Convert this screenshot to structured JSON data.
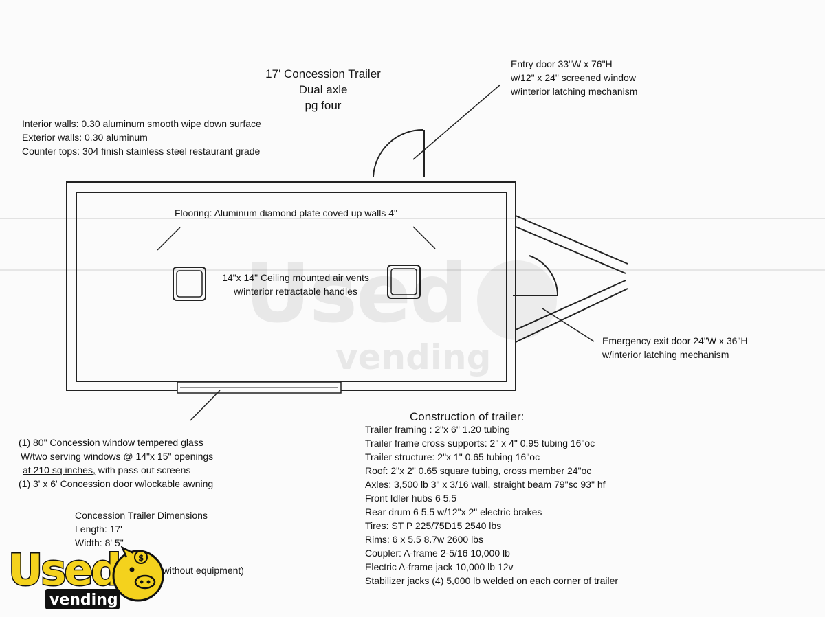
{
  "title_block": {
    "line1": "17' Concession Trailer",
    "line2": "Dual axle",
    "line3": "pg four"
  },
  "materials": [
    "Interior walls: 0.30 aluminum smooth wipe down surface",
    "Exterior walls: 0.30 aluminum",
    "Counter tops: 304 finish stainless steel restaurant grade"
  ],
  "entry_door": [
    "Entry door 33\"W x 76\"H",
    "w/12\" x 24\" screened window",
    "w/interior latching mechanism"
  ],
  "flooring": "Flooring: Aluminum diamond plate coved up walls 4\"",
  "vents": [
    "14\"x 14\" Ceiling mounted air vents",
    "w/interior retractable handles"
  ],
  "emergency_door": [
    "Emergency exit door  24\"W x 36\"H",
    "w/interior latching mechanism"
  ],
  "concession_window": {
    "line1": "(1) 80\" Concession window tempered glass",
    "line2": "W/two serving windows @ 14\"x 15\" openings",
    "line3_underlined": "at 210 sq inches,",
    "line3_rest": " with  pass out screens",
    "line4": "(1)  3' x 6' Concession door w/lockable awning"
  },
  "dimensions": {
    "heading": "Concession Trailer Dimensions",
    "length": "Length: 17'",
    "width": "Width: 8' 5\"",
    "partial": "(without equipment)"
  },
  "construction": {
    "heading": "Construction of trailer:",
    "items": [
      "Trailer framing : 2\"x 6\" 1.20 tubing",
      "Trailer frame cross supports: 2\" x 4\" 0.95 tubing 16\"oc",
      "Trailer structure: 2\"x 1\" 0.65 tubing 16\"oc",
      "Roof: 2\"x 2\" 0.65 square tubing, cross member 24\"oc",
      "Axles: 3,500 lb 3\" x 3/16 wall, straight beam 79\"sc 93\" hf",
      "Front Idler hubs 6 5.5",
      "Rear drum 6 5.5 w/12\"x 2\" electric brakes",
      "Tires: ST P 225/75D15 2540 lbs",
      "Rims: 6 x 5.5  8.7w 2600 lbs",
      "Coupler: A-frame 2-5/16 10,000 lb",
      "Electric A-frame jack 10,000 lb 12v",
      "Stabilizer jacks  (4) 5,000 lb welded on each corner of trailer"
    ]
  },
  "watermark": {
    "big": "Used",
    "small": "vending"
  },
  "logo": {
    "word": "Used",
    "sub": "vending",
    "color": "#f4d21d",
    "outline": "#111111"
  }
}
